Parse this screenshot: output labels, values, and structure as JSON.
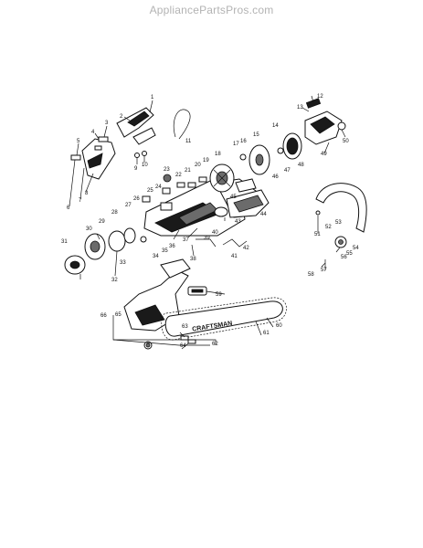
{
  "site": {
    "watermark": "AppliancePartsPros.com"
  },
  "brand_text": "CRAFTSMAN",
  "callouts": [
    "1",
    "2",
    "3",
    "4",
    "5",
    "6",
    "7",
    "8",
    "9",
    "10",
    "11",
    "12",
    "13",
    "14",
    "15",
    "16",
    "17",
    "18",
    "19",
    "20",
    "21",
    "22",
    "23",
    "24",
    "25",
    "26",
    "27",
    "28",
    "29",
    "30",
    "31",
    "32",
    "33",
    "34",
    "35",
    "36",
    "37",
    "38",
    "39",
    "40",
    "41",
    "42",
    "43",
    "44",
    "45",
    "46",
    "47",
    "48",
    "49",
    "50",
    "51",
    "52",
    "53",
    "54",
    "55",
    "56",
    "57",
    "58",
    "59",
    "60",
    "61",
    "62",
    "63",
    "64",
    "65",
    "66"
  ]
}
